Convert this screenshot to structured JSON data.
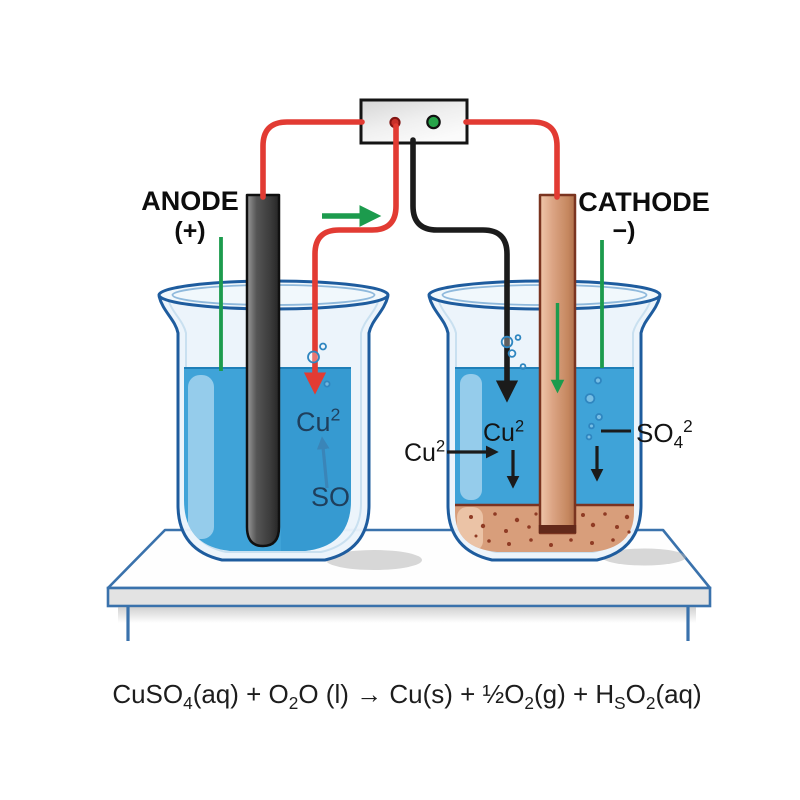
{
  "diagram": {
    "anode": {
      "title": "ANODE",
      "polarity": "(+)"
    },
    "cathode": {
      "title": "CATHODE",
      "polarity": "−)"
    },
    "left_beaker": {
      "cu_ion": {
        "segments": [
          [
            "Cu",
            "b"
          ],
          [
            "2",
            "p"
          ]
        ]
      },
      "so_ion": "SO"
    },
    "right_beaker": {
      "cu_ion_inner": {
        "segments": [
          [
            "Cu",
            "b"
          ],
          [
            "2",
            "p"
          ]
        ]
      },
      "cu_ion_outer": {
        "segments": [
          [
            "Cu",
            "b"
          ],
          [
            "2",
            "p"
          ]
        ]
      },
      "so4_ion": {
        "segments": [
          [
            "SO",
            "b"
          ],
          [
            "4",
            "s"
          ],
          [
            "2",
            "p"
          ]
        ]
      }
    },
    "equation": {
      "segments": [
        [
          "CuSO",
          "b"
        ],
        [
          "4",
          "s"
        ],
        [
          "(aq) + O",
          "b"
        ],
        [
          "2",
          "s"
        ],
        [
          "O (l) → Cu(s) + ½O",
          "b"
        ],
        [
          "2",
          "s"
        ],
        [
          "(g) + H",
          "b"
        ],
        [
          "S",
          "s"
        ],
        [
          "O",
          "b"
        ],
        [
          "2",
          "s"
        ],
        [
          "(aq)",
          "b"
        ]
      ]
    },
    "colors": {
      "wire_red": "#E23B33",
      "wire_black": "#1B1B1B",
      "green_accent": "#1C9B4D",
      "solution_blue": "#3FA3D8",
      "solution_highlight": "#A5D4EE",
      "copper_electrode": "#D9A182",
      "copper_deposit": "#D89E7B",
      "deposit_speckle": "#8F3B24",
      "graphite_electrode": "#4A4A4A",
      "beaker_outline": "#1E5C9E",
      "ion_arrow_blue": "#2F86C0",
      "left_ion_text": "#1F3F5C",
      "bench_outline": "#3A72AC",
      "power_box": "#E9E9E9",
      "terminal_red": "#C8302A",
      "terminal_green": "#27A449",
      "equation_text": "#1D1D1D",
      "label_text": "#0D0D0D",
      "background": "#FFFFFF"
    }
  }
}
